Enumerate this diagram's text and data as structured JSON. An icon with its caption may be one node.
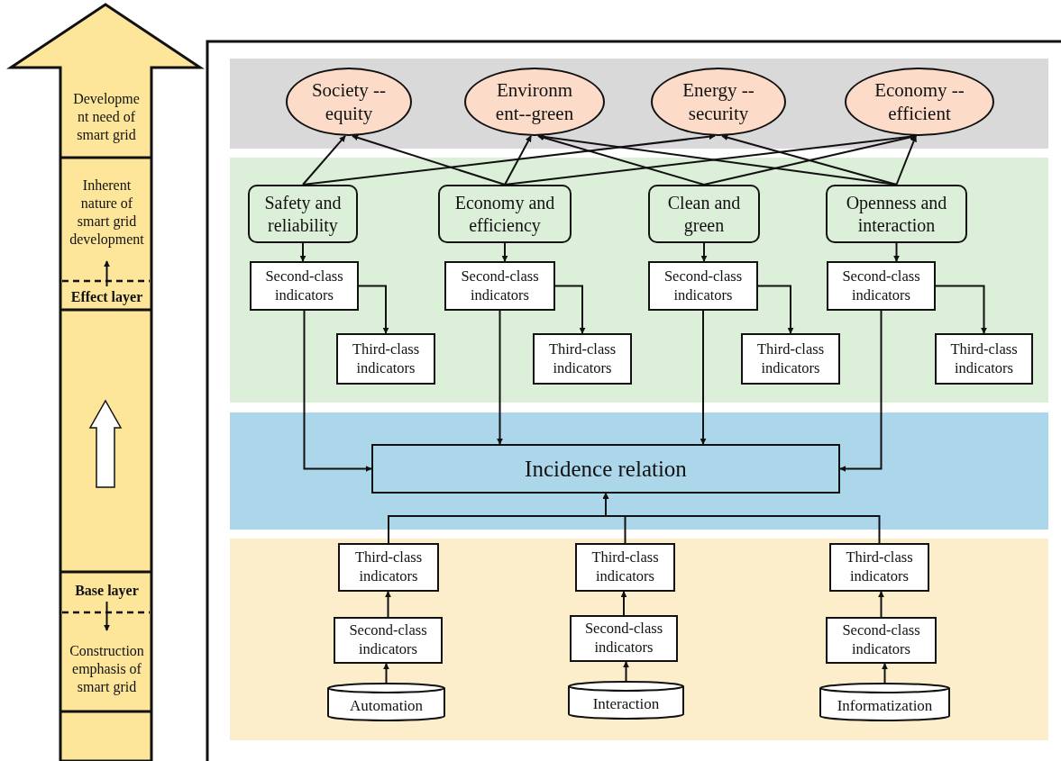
{
  "diagram": {
    "nodes": [
      {
        "text": [
          "Developme nt need of smart grid"
        ]
      },
      {
        "text": [
          "Inherent nature of smart grid development"
        ]
      },
      {
        "text": [
          "Effect layer"
        ]
      },
      {
        "text": [
          "Base layer"
        ]
      },
      {
        "text": [
          "Construction emphasis of smart grid"
        ]
      },
      {
        "text": [
          "Society --equity"
        ]
      },
      {
        "text": [
          "Environm ent--green"
        ]
      },
      {
        "text": [
          "Energy --security"
        ]
      },
      {
        "text": [
          "Economy --efficient"
        ]
      },
      {
        "text": [
          "Safety and reliability"
        ]
      },
      {
        "text": [
          "Economy and efficiency"
        ]
      },
      {
        "text": [
          "Clean and green"
        ]
      },
      {
        "text": [
          "Openness and interaction"
        ]
      },
      {
        "text": [
          "Second-class indicators"
        ]
      },
      {
        "text": [
          "Second-class indicators"
        ]
      },
      {
        "text": [
          "Second-class indicators"
        ]
      },
      {
        "text": [
          "Second-class indicators"
        ]
      },
      {
        "text": [
          "Third-class indicators"
        ]
      },
      {
        "text": [
          "Third-class indicators"
        ]
      },
      {
        "text": [
          "Third-class indicators"
        ]
      },
      {
        "text": [
          "Third-class indicators"
        ]
      },
      {
        "text": [
          "Incidence relation"
        ]
      },
      {
        "text": [
          "Third-class indicators"
        ]
      },
      {
        "text": [
          "Third-class indicators"
        ]
      },
      {
        "text": [
          "Third-class indicators"
        ]
      },
      {
        "text": [
          "Second-class indicators"
        ]
      },
      {
        "text": [
          "Second-class indicators"
        ]
      },
      {
        "text": [
          "Second-class indicators"
        ]
      },
      {
        "text": [
          "Automation"
        ]
      },
      {
        "text": [
          "Interaction"
        ]
      },
      {
        "text": [
          "Informatization"
        ]
      }
    ],
    "edges": [
      {
        "from": 2,
        "to": 1,
        "arrow": "to"
      },
      {
        "from": 3,
        "to": 4,
        "arrow": "to"
      },
      {
        "from": 9,
        "to": 5,
        "arrow": "to"
      },
      {
        "from": 9,
        "to": 7,
        "arrow": "to"
      },
      {
        "from": 10,
        "to": 5,
        "arrow": "to"
      },
      {
        "from": 10,
        "to": 6,
        "arrow": "to"
      },
      {
        "from": 10,
        "to": 8,
        "arrow": "to"
      },
      {
        "from": 11,
        "to": 6,
        "arrow": "to"
      },
      {
        "from": 11,
        "to": 8,
        "arrow": "to"
      },
      {
        "from": 12,
        "to": 6,
        "arrow": "to"
      },
      {
        "from": 12,
        "to": 7,
        "arrow": "to"
      },
      {
        "from": 12,
        "to": 8,
        "arrow": "to"
      },
      {
        "from": 9,
        "to": 13,
        "arrow": "to"
      },
      {
        "from": 10,
        "to": 14,
        "arrow": "to"
      },
      {
        "from": 11,
        "to": 15,
        "arrow": "to"
      },
      {
        "from": 12,
        "to": 16,
        "arrow": "to"
      },
      {
        "from": 13,
        "to": 17,
        "arrow": "to"
      },
      {
        "from": 14,
        "to": 18,
        "arrow": "to"
      },
      {
        "from": 15,
        "to": 19,
        "arrow": "to"
      },
      {
        "from": 16,
        "to": 20,
        "arrow": "to"
      },
      {
        "from": 13,
        "to": 21,
        "arrow": "to"
      },
      {
        "from": 14,
        "to": 21,
        "arrow": "to"
      },
      {
        "from": 15,
        "to": 21,
        "arrow": "to"
      },
      {
        "from": 16,
        "to": 21,
        "arrow": "to"
      },
      {
        "from": 28,
        "to": 25,
        "arrow": "to"
      },
      {
        "from": 29,
        "to": 26,
        "arrow": "to"
      },
      {
        "from": 30,
        "to": 27,
        "arrow": "to"
      },
      {
        "from": 25,
        "to": 22,
        "arrow": "to"
      },
      {
        "from": 26,
        "to": 23,
        "arrow": "to"
      },
      {
        "from": 27,
        "to": 24,
        "arrow": "to"
      },
      {
        "from": 22,
        "to": 21,
        "arrow": "to"
      },
      {
        "from": 23,
        "to": 21,
        "arrow": "to"
      },
      {
        "from": 24,
        "to": 21,
        "arrow": "to"
      }
    ]
  }
}
